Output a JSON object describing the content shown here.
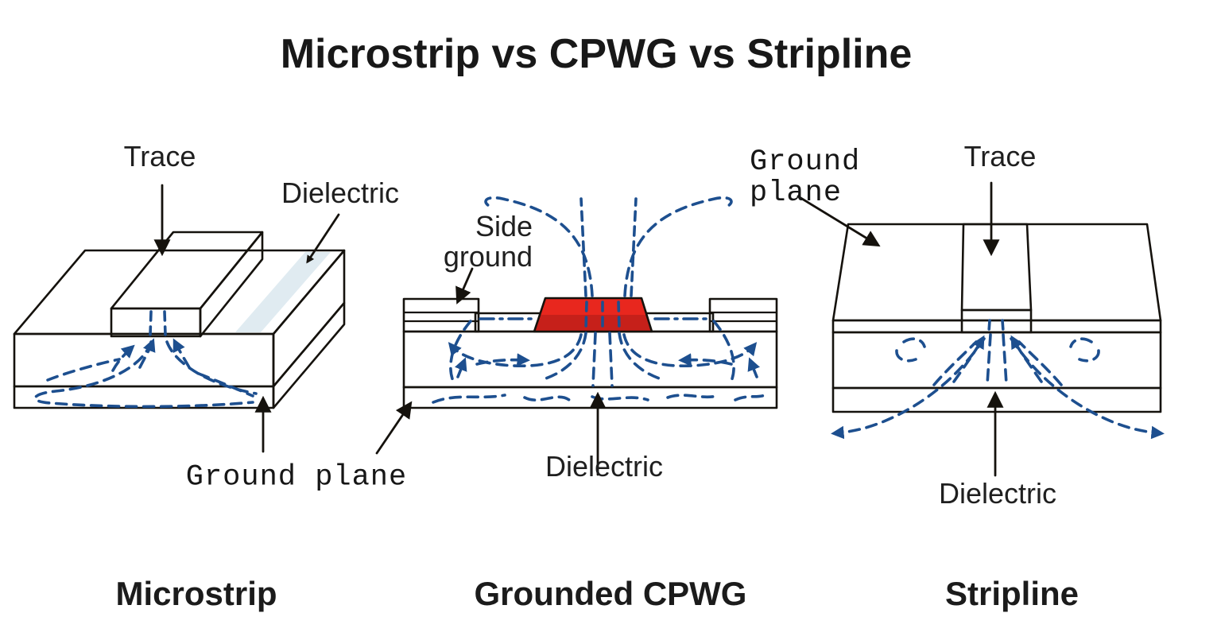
{
  "title": "Microstrip vs CPWG vs Stripline",
  "colors": {
    "trace_red_top": "#e8271e",
    "trace_red_front": "#c6201a",
    "trace_red_side": "#d8251e",
    "copper_yellow": "#f5b33c",
    "copper_yellow_dark": "#e9a42e",
    "dielectric_blue_top": "#cbdde5",
    "dielectric_blue_front": "#d6e4eb",
    "dielectric_blue_side": "#b9ced8",
    "dielectric_highlight": "#e0ebf1",
    "field_line_blue": "#1d4f8f",
    "outline_black": "#15120d"
  },
  "microstrip": {
    "caption": "Microstrip",
    "labels": {
      "trace": "Trace",
      "dielectric": "Dielectric",
      "ground_plane": "Ground plane"
    }
  },
  "cpwg": {
    "caption": "Grounded CPWG",
    "labels": {
      "side_ground_line1": "Side",
      "side_ground_line2": "ground",
      "dielectric": "Dielectric"
    }
  },
  "stripline": {
    "caption": "Stripline",
    "labels": {
      "ground_plane_line1": "Ground",
      "ground_plane_line2": "plane",
      "trace": "Trace",
      "dielectric": "Dielectric"
    }
  }
}
